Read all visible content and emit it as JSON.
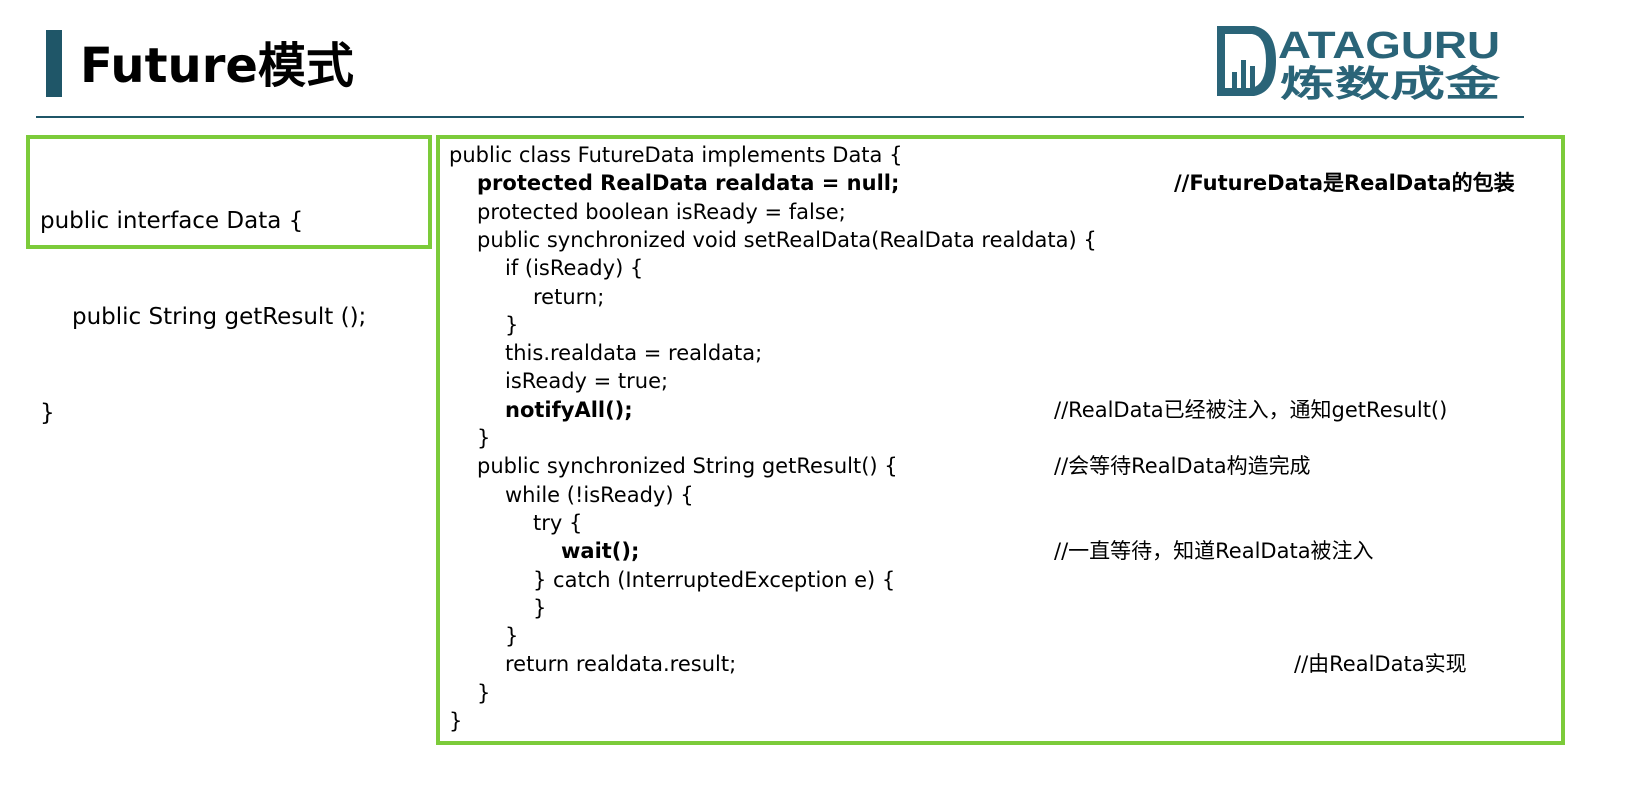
{
  "slide": {
    "title": "Future模式",
    "logo": {
      "latin": "ATAGURU",
      "cjk": "炼数成金",
      "color": "#2a6478"
    }
  },
  "accent_colors": {
    "title_bar": "#1f5668",
    "box_border": "#7ccb3a"
  },
  "interface_code": {
    "lines": [
      "public interface Data {",
      "public String getResult ();",
      "}"
    ]
  },
  "class_code": {
    "lines": [
      {
        "code": "public class FutureData implements Data {",
        "bold": false,
        "comment": ""
      },
      {
        "code": "protected RealData realdata = null;",
        "bold": true,
        "comment": "//FutureData是RealData的包装",
        "comment_bold": true
      },
      {
        "code": "protected boolean isReady = false;",
        "bold": false,
        "comment": ""
      },
      {
        "code": "public synchronized void setRealData(RealData realdata) {",
        "bold": false,
        "comment": ""
      },
      {
        "code": "if (isReady) {",
        "bold": false,
        "comment": ""
      },
      {
        "code": "return;",
        "bold": false,
        "comment": ""
      },
      {
        "code": "}",
        "bold": false,
        "comment": ""
      },
      {
        "code": "this.realdata = realdata;",
        "bold": false,
        "comment": ""
      },
      {
        "code": "isReady = true;",
        "bold": false,
        "comment": ""
      },
      {
        "code": "notifyAll();",
        "bold": true,
        "comment": "//RealData已经被注入，通知getResult()"
      },
      {
        "code": "}",
        "bold": false,
        "comment": ""
      },
      {
        "code": "public synchronized String getResult() {",
        "bold": false,
        "comment": "//会等待RealData构造完成"
      },
      {
        "code": "while (!isReady) {",
        "bold": false,
        "comment": ""
      },
      {
        "code": "try {",
        "bold": false,
        "comment": ""
      },
      {
        "code": "wait();",
        "bold": true,
        "comment": "//一直等待，知道RealData被注入"
      },
      {
        "code": "} catch (InterruptedException e) {",
        "bold": false,
        "comment": ""
      },
      {
        "code": "}",
        "bold": false,
        "comment": ""
      },
      {
        "code": "}",
        "bold": false,
        "comment": ""
      },
      {
        "code": "return realdata.result;",
        "bold": false,
        "comment": "//由RealData实现"
      },
      {
        "code": "}",
        "bold": false,
        "comment": ""
      },
      {
        "code": "}",
        "bold": false,
        "comment": ""
      }
    ]
  }
}
